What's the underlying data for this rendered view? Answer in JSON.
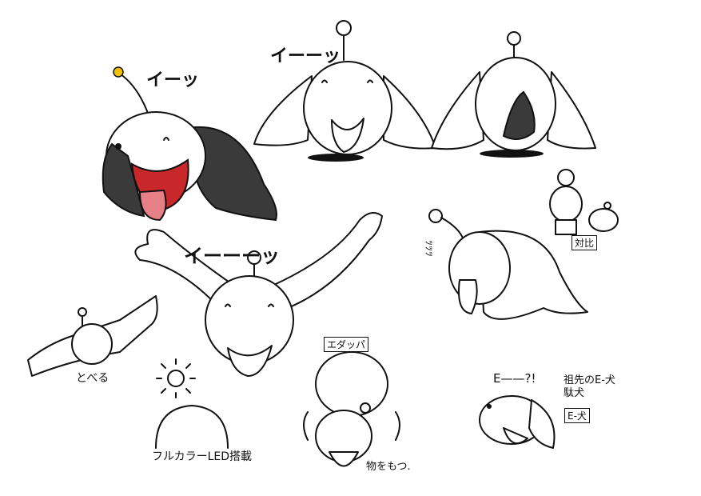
{
  "sheet": {
    "labels": {
      "shout_1": "イーッ",
      "shout_2": "イーーッ",
      "shout_3": "イーーーッ",
      "side_sound": "ｯｯｯ",
      "fly": "とべる",
      "led": "フルカラーLED搭載",
      "edappa": "エダッパ",
      "hold": "物をもつ.",
      "contrast": "対比",
      "e_shout": "E——?!",
      "ancestor": "祖先のE-犬",
      "dakenn": "駄犬",
      "e_dog": "E-犬"
    },
    "colors": {
      "ink": "#111111",
      "ears": "#3a3a3a",
      "mouth": "#c8282a",
      "tongue": "#e77f86",
      "antenna_ball": "#f2c200"
    }
  }
}
